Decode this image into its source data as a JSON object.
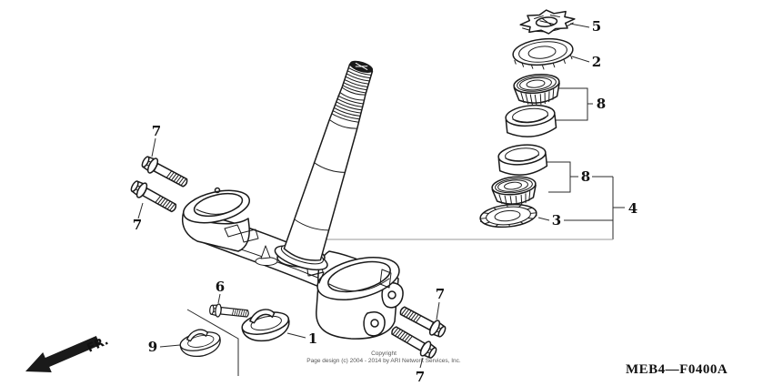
{
  "callouts": {
    "n1": "1",
    "n2": "2",
    "n3": "3",
    "n4": "4",
    "n5": "5",
    "n6": "6",
    "n7": "7",
    "n8": "8",
    "n9": "9"
  },
  "orientation": {
    "front_label": "FR."
  },
  "footer": {
    "copyright_line1": "Copyright",
    "copyright_line2": "Page design (c) 2004 - 2014 by ARI Network Services, Inc.",
    "part_code": "MEB4—F0400A"
  },
  "colors": {
    "line": "#1a1a1a",
    "leader": "#2a2a2a",
    "faint_line": "#999999",
    "text": "#111111",
    "muted_text": "#555555",
    "background": "#ffffff"
  }
}
